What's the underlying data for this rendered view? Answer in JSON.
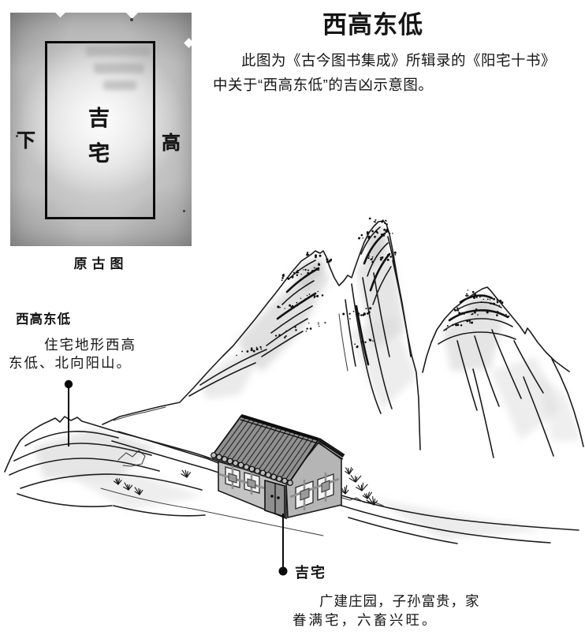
{
  "header": {
    "title": "西高东低",
    "intro_line1": "此图为《古今图书集成》所辑录的《阳宅十书》",
    "intro_line2": "中关于“西高东低”的吉凶示意图。"
  },
  "ancient_diagram": {
    "caption": "原古图",
    "inner_label_top": "吉",
    "inner_label_bottom": "宅",
    "left_side_label": "下",
    "right_side_label": "高"
  },
  "terrain_callout": {
    "label": "西高东低",
    "desc_line1": "住宅地形西高",
    "desc_line2": "东低、北向阳山。"
  },
  "house_callout": {
    "label": "吉宅",
    "desc_line1": "广建庄园，子孙富贵，家",
    "desc_line2": "眷满宅，六畜兴旺。"
  },
  "colors": {
    "ink": "#1c1c1c",
    "roof": "#909090",
    "roof_edge_band": "#3f3f3f",
    "wall_front": "#c4c4c4",
    "wall_gable": "#b5b5b5",
    "door": "#8f8f8f",
    "window": "#f4f4f4",
    "lattice": "#8f8f8f",
    "lattice_center": "#9a9a9a",
    "scan_paper": "#bfbfbf",
    "mountain_wash": "#cecece"
  }
}
